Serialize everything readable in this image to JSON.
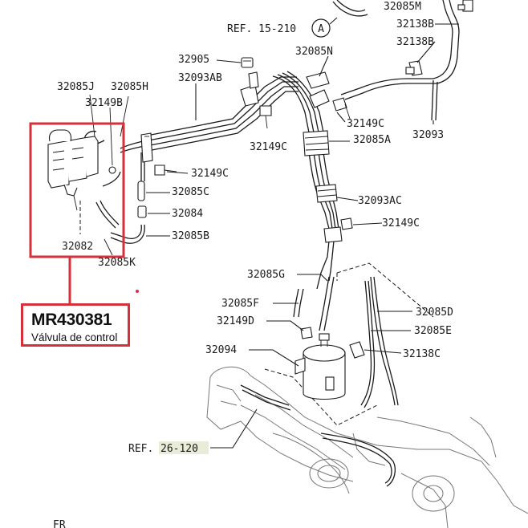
{
  "callout": {
    "part_number": "MR430381",
    "description": "Válvula de control",
    "highlight_color": "#d6303b"
  },
  "references": {
    "ref_top": "REF. 15-210",
    "ref_top_circle": "A",
    "ref_bottom_prefix": "REF.",
    "ref_bottom_code": "26-120"
  },
  "labels": {
    "l_32085M": "32085M",
    "l_32138B_1": "32138B",
    "l_32138B_2": "32138B",
    "l_32905": "32905",
    "l_32085N": "32085N",
    "l_32085J": "32085J",
    "l_32085H": "32085H",
    "l_32093AB": "32093AB",
    "l_32149B": "32149B",
    "l_32149C_1": "32149C",
    "l_32093": "32093",
    "l_32149C_2": "32149C",
    "l_32085A": "32085A",
    "l_32149C_3": "32149C",
    "l_32085C": "32085C",
    "l_32093AC": "32093AC",
    "l_32084": "32084",
    "l_32149C_4": "32149C",
    "l_32085B": "32085B",
    "l_32082": "32082",
    "l_32085K": "32085K",
    "l_32085G": "32085G",
    "l_32085F": "32085F",
    "l_32085D": "32085D",
    "l_32149D": "32149D",
    "l_32085E": "32085E",
    "l_32094": "32094",
    "l_32138C": "32138C",
    "l_fr": "FR"
  }
}
